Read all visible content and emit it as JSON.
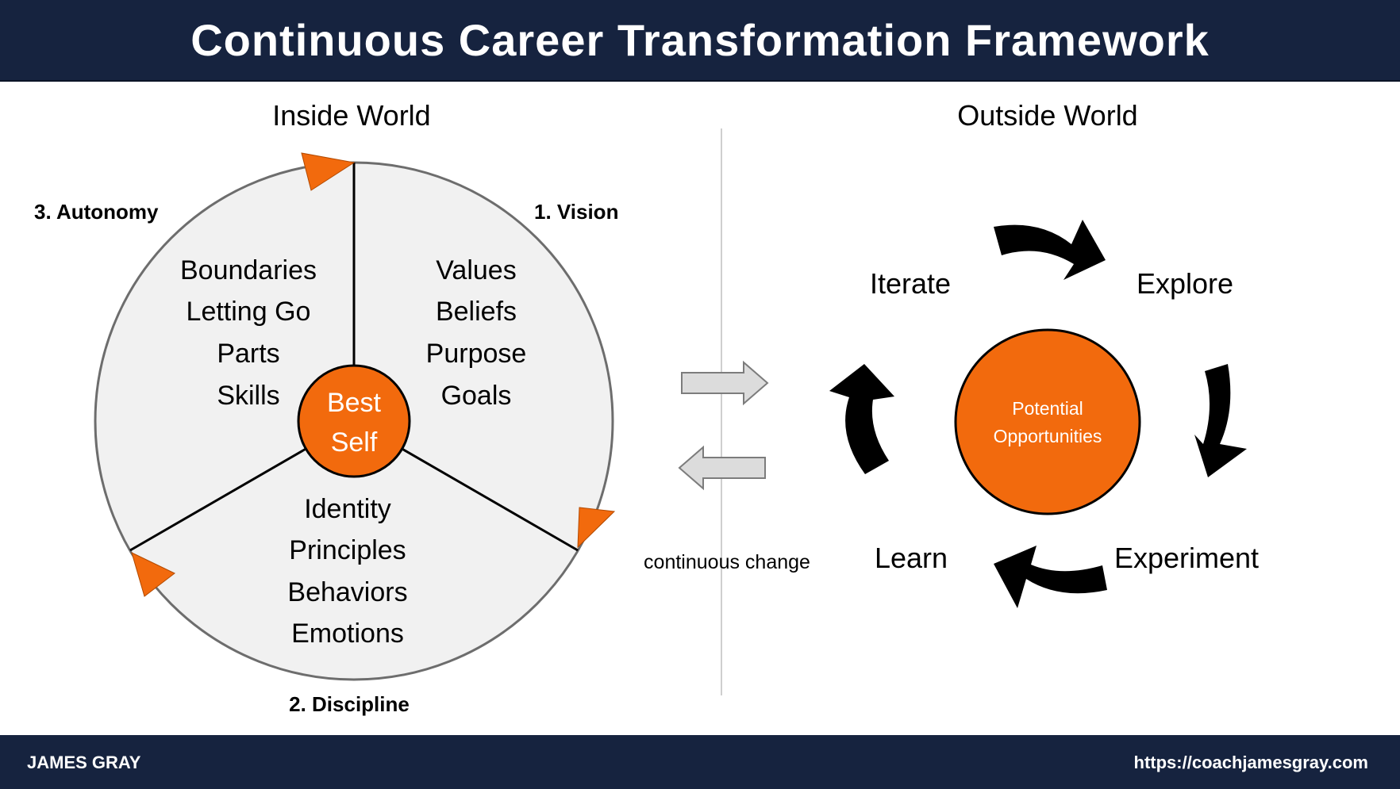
{
  "title": "Continuous Career Transformation Framework",
  "footer": {
    "author": "JAMES GRAY",
    "url": "https://coachjamesgray.com"
  },
  "inside_world": {
    "heading": "Inside World",
    "center": [
      "Best",
      "Self"
    ],
    "stages": {
      "vision": "1. Vision",
      "discipline": "2. Discipline",
      "autonomy": "3. Autonomy"
    },
    "segments": {
      "vision": [
        "Values",
        "Beliefs",
        "Purpose",
        "Goals"
      ],
      "autonomy": [
        "Boundaries",
        "Letting Go",
        "Parts",
        "Skills"
      ],
      "discipline": [
        "Identity",
        "Principles",
        "Behaviors",
        "Emotions"
      ]
    }
  },
  "exchange": {
    "label": "continuous change"
  },
  "outside_world": {
    "heading": "Outside World",
    "center": [
      "Potential",
      "Opportunities"
    ],
    "cycle": {
      "iterate": "Iterate",
      "explore": "Explore",
      "experiment": "Experiment",
      "learn": "Learn"
    }
  },
  "colors": {
    "navy": "#16233f",
    "orange": "#f26a0d",
    "circle_fill": "#f1f1f1",
    "cycle_arrow": "#000000"
  }
}
